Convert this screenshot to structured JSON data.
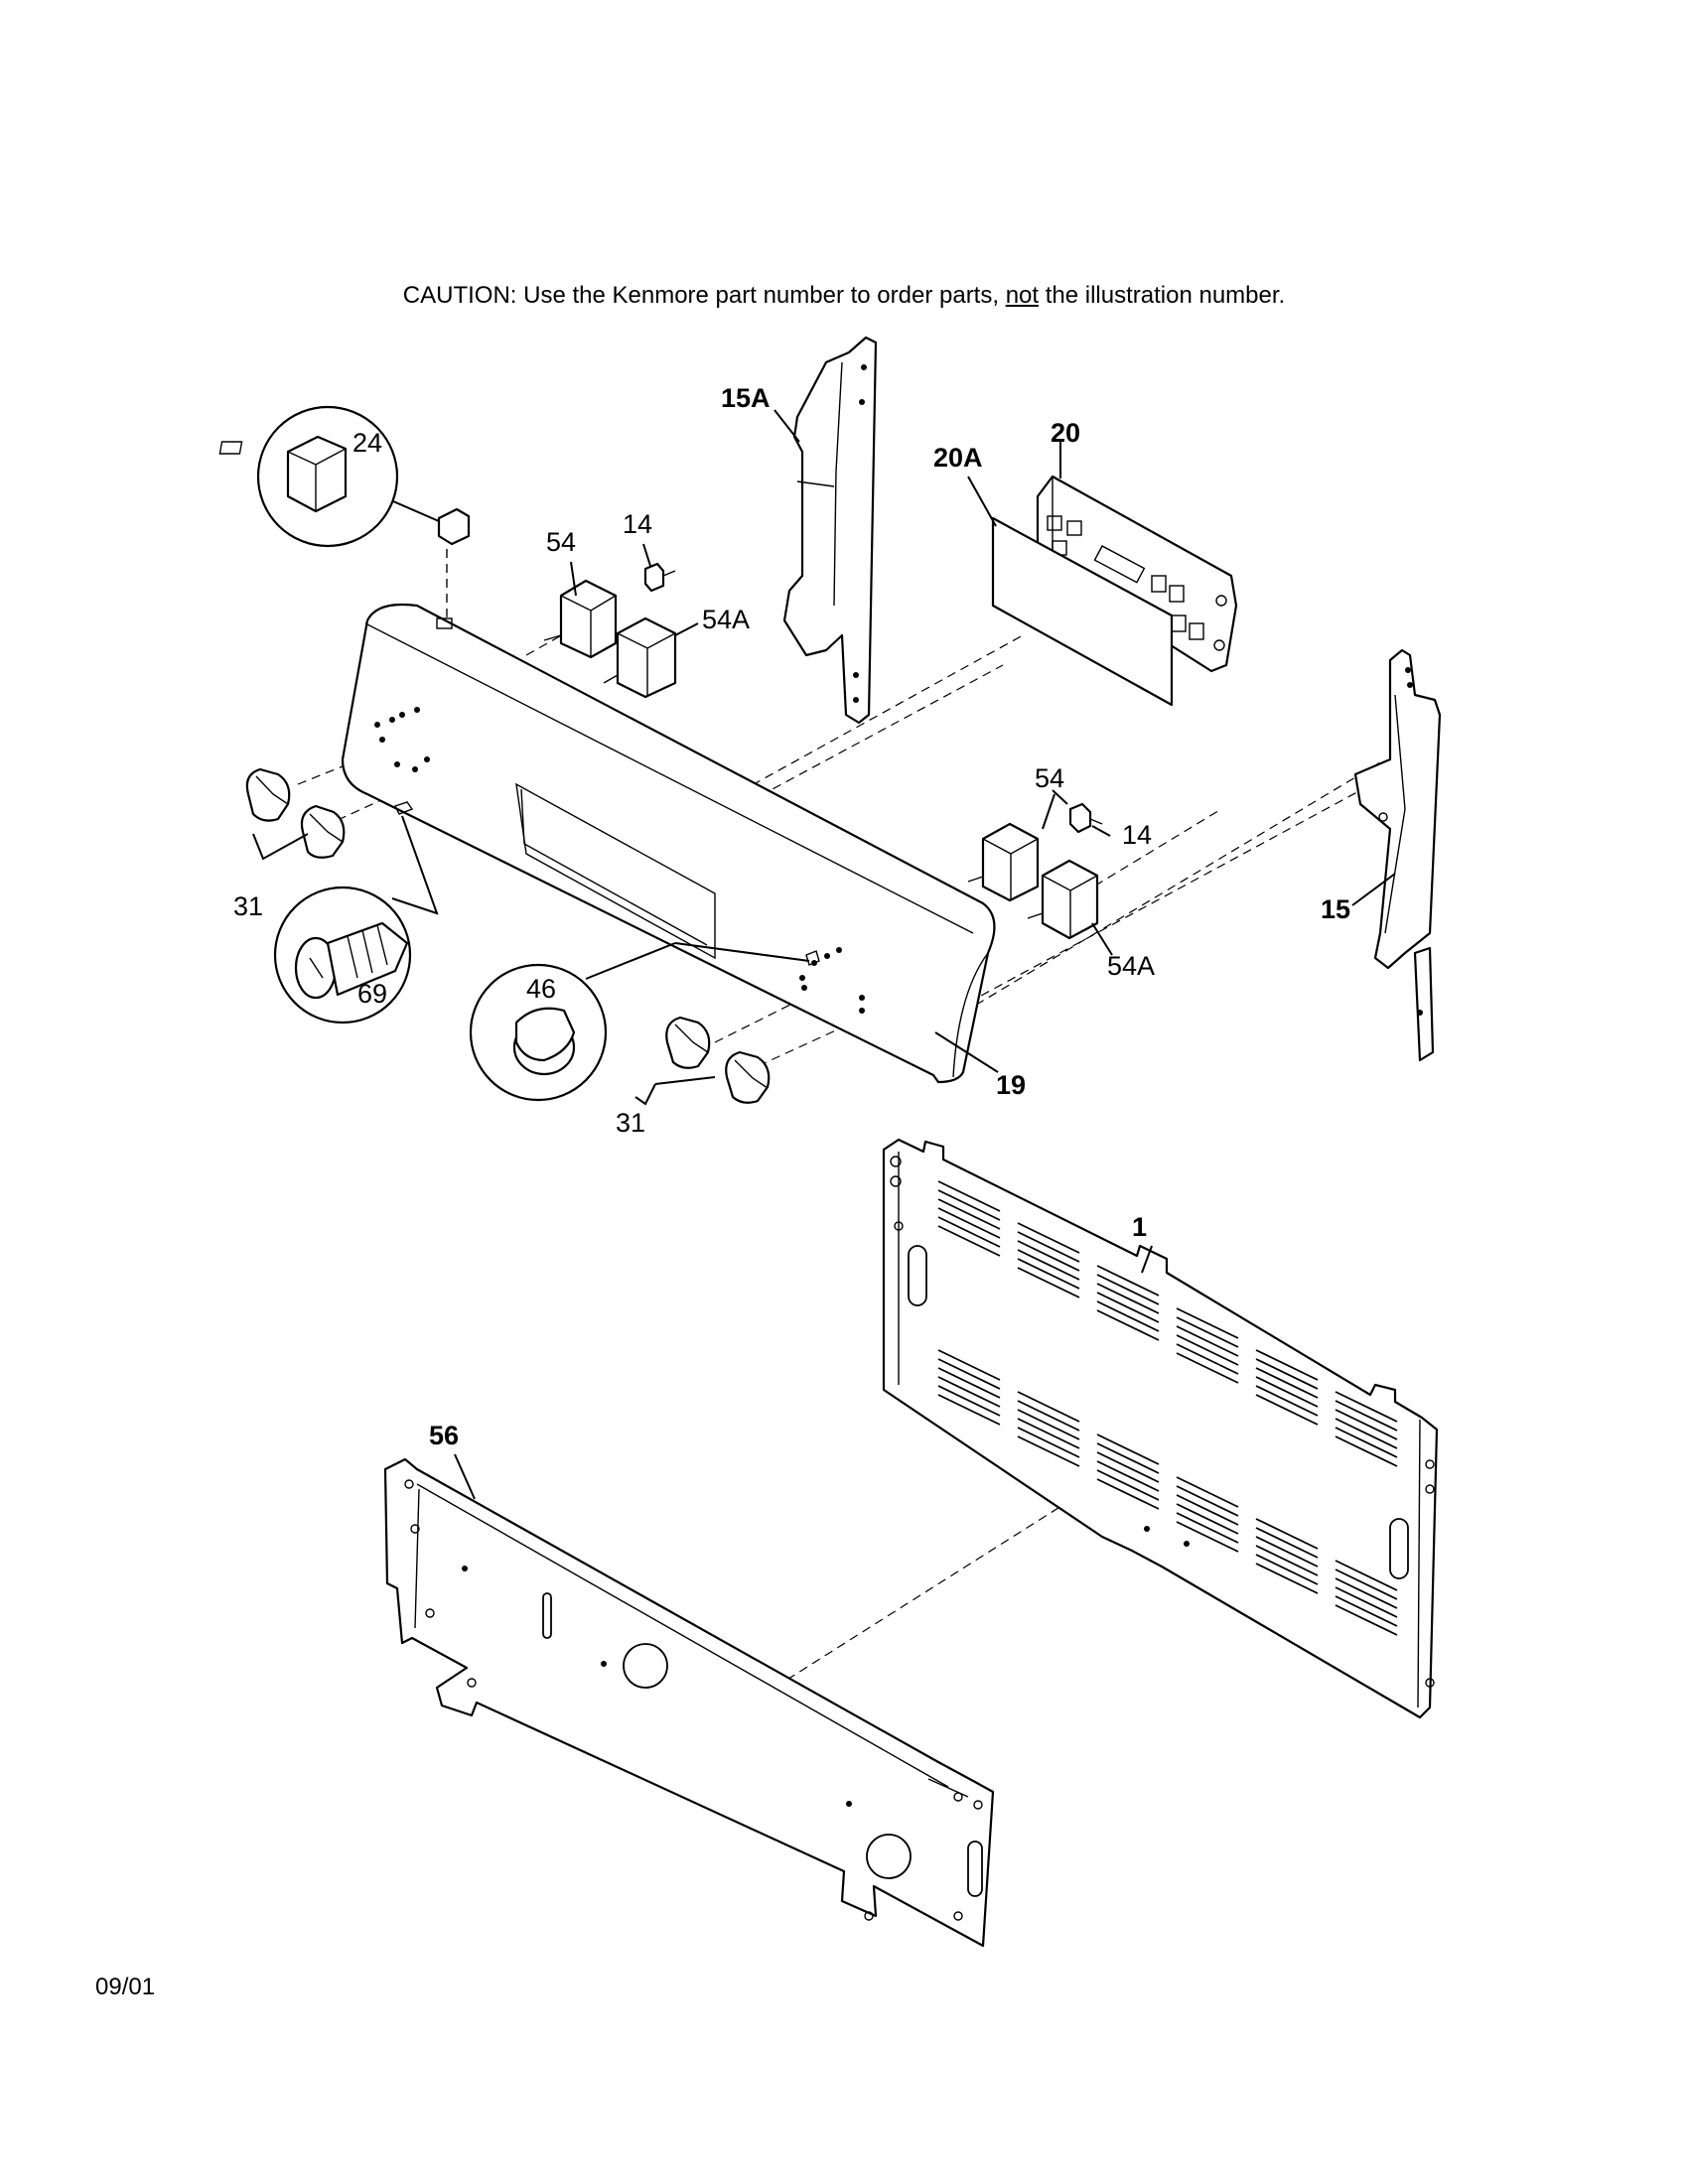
{
  "caution": {
    "prefix": "CAUTION: Use the Kenmore part number to order parts, ",
    "underlined": "not",
    "suffix": " the illustration number."
  },
  "date_code": "09/01",
  "callouts": {
    "c15A": "15A",
    "c24": "24",
    "c20": "20",
    "c20A": "20A",
    "c54_top": "54",
    "c14_top": "14",
    "c54A_top": "54A",
    "c31_left": "31",
    "c69": "69",
    "c46": "46",
    "c54_right": "54",
    "c14_right": "14",
    "c54A_right": "54A",
    "c15": "15",
    "c19": "19",
    "c31_bottom": "31",
    "c1": "1",
    "c56": "56"
  }
}
